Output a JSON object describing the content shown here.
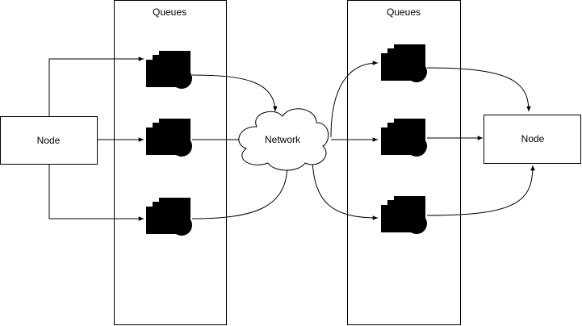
{
  "diagram": {
    "left_node_label": "Node",
    "right_node_label": "Node",
    "network_label": "Network",
    "left_group_label": "Queues",
    "right_group_label": "Queues"
  },
  "icons": {
    "queue": "queue-icon",
    "cloud": "cloud-icon"
  },
  "colors": {
    "stroke": "#000000",
    "icon": "#545454",
    "background": "#ffffff"
  }
}
